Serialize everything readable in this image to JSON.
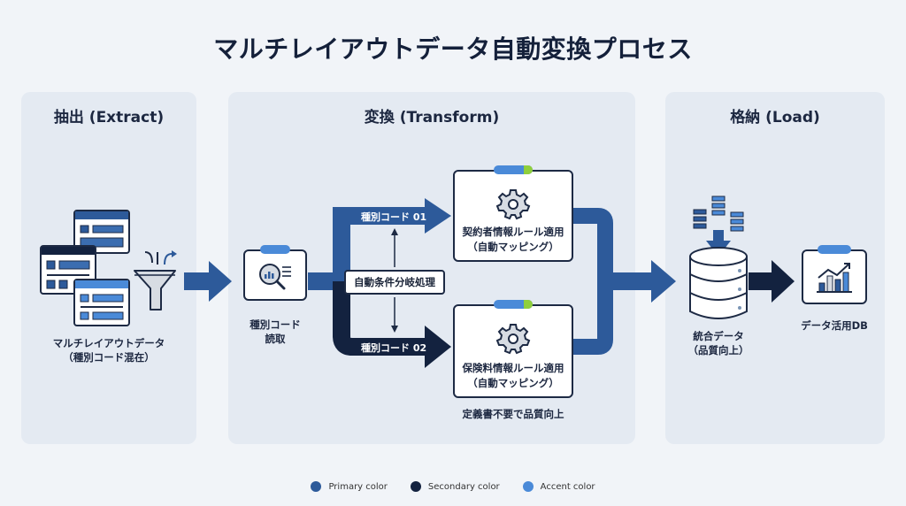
{
  "title": "マルチレイアウトデータ自動変換プロセス",
  "colors": {
    "primary": "#2d5a9a",
    "secondary": "#13223f",
    "accent": "#4a8ad8",
    "highlight": "#8fcf3c"
  },
  "panels": {
    "extract": {
      "title": "抽出 (Extract)",
      "source_label_1": "マルチレイアウトデータ",
      "source_label_2": "（種別コード混在）"
    },
    "transform": {
      "title": "変換 (Transform)",
      "reader_label_1": "種別コード",
      "reader_label_2": "読取",
      "branch_label": "自動条件分岐処理",
      "route_1": "種別コード 01",
      "route_2": "種別コード 02",
      "rule_1_line_1": "契約者情報ルール適用",
      "rule_1_line_2": "（自動マッピング）",
      "rule_2_line_1": "保険料情報ルール適用",
      "rule_2_line_2": "（自動マッピング）",
      "note": "定義書不要で品質向上"
    },
    "load": {
      "title": "格納 (Load)",
      "db_label_1": "統合データ",
      "db_label_2": "（品質向上）",
      "target_label": "データ活用DB"
    }
  },
  "legend": [
    {
      "label": "Primary color",
      "color": "#2d5a9a"
    },
    {
      "label": "Secondary color",
      "color": "#13223f"
    },
    {
      "label": "Accent color",
      "color": "#4a8ad8"
    }
  ]
}
